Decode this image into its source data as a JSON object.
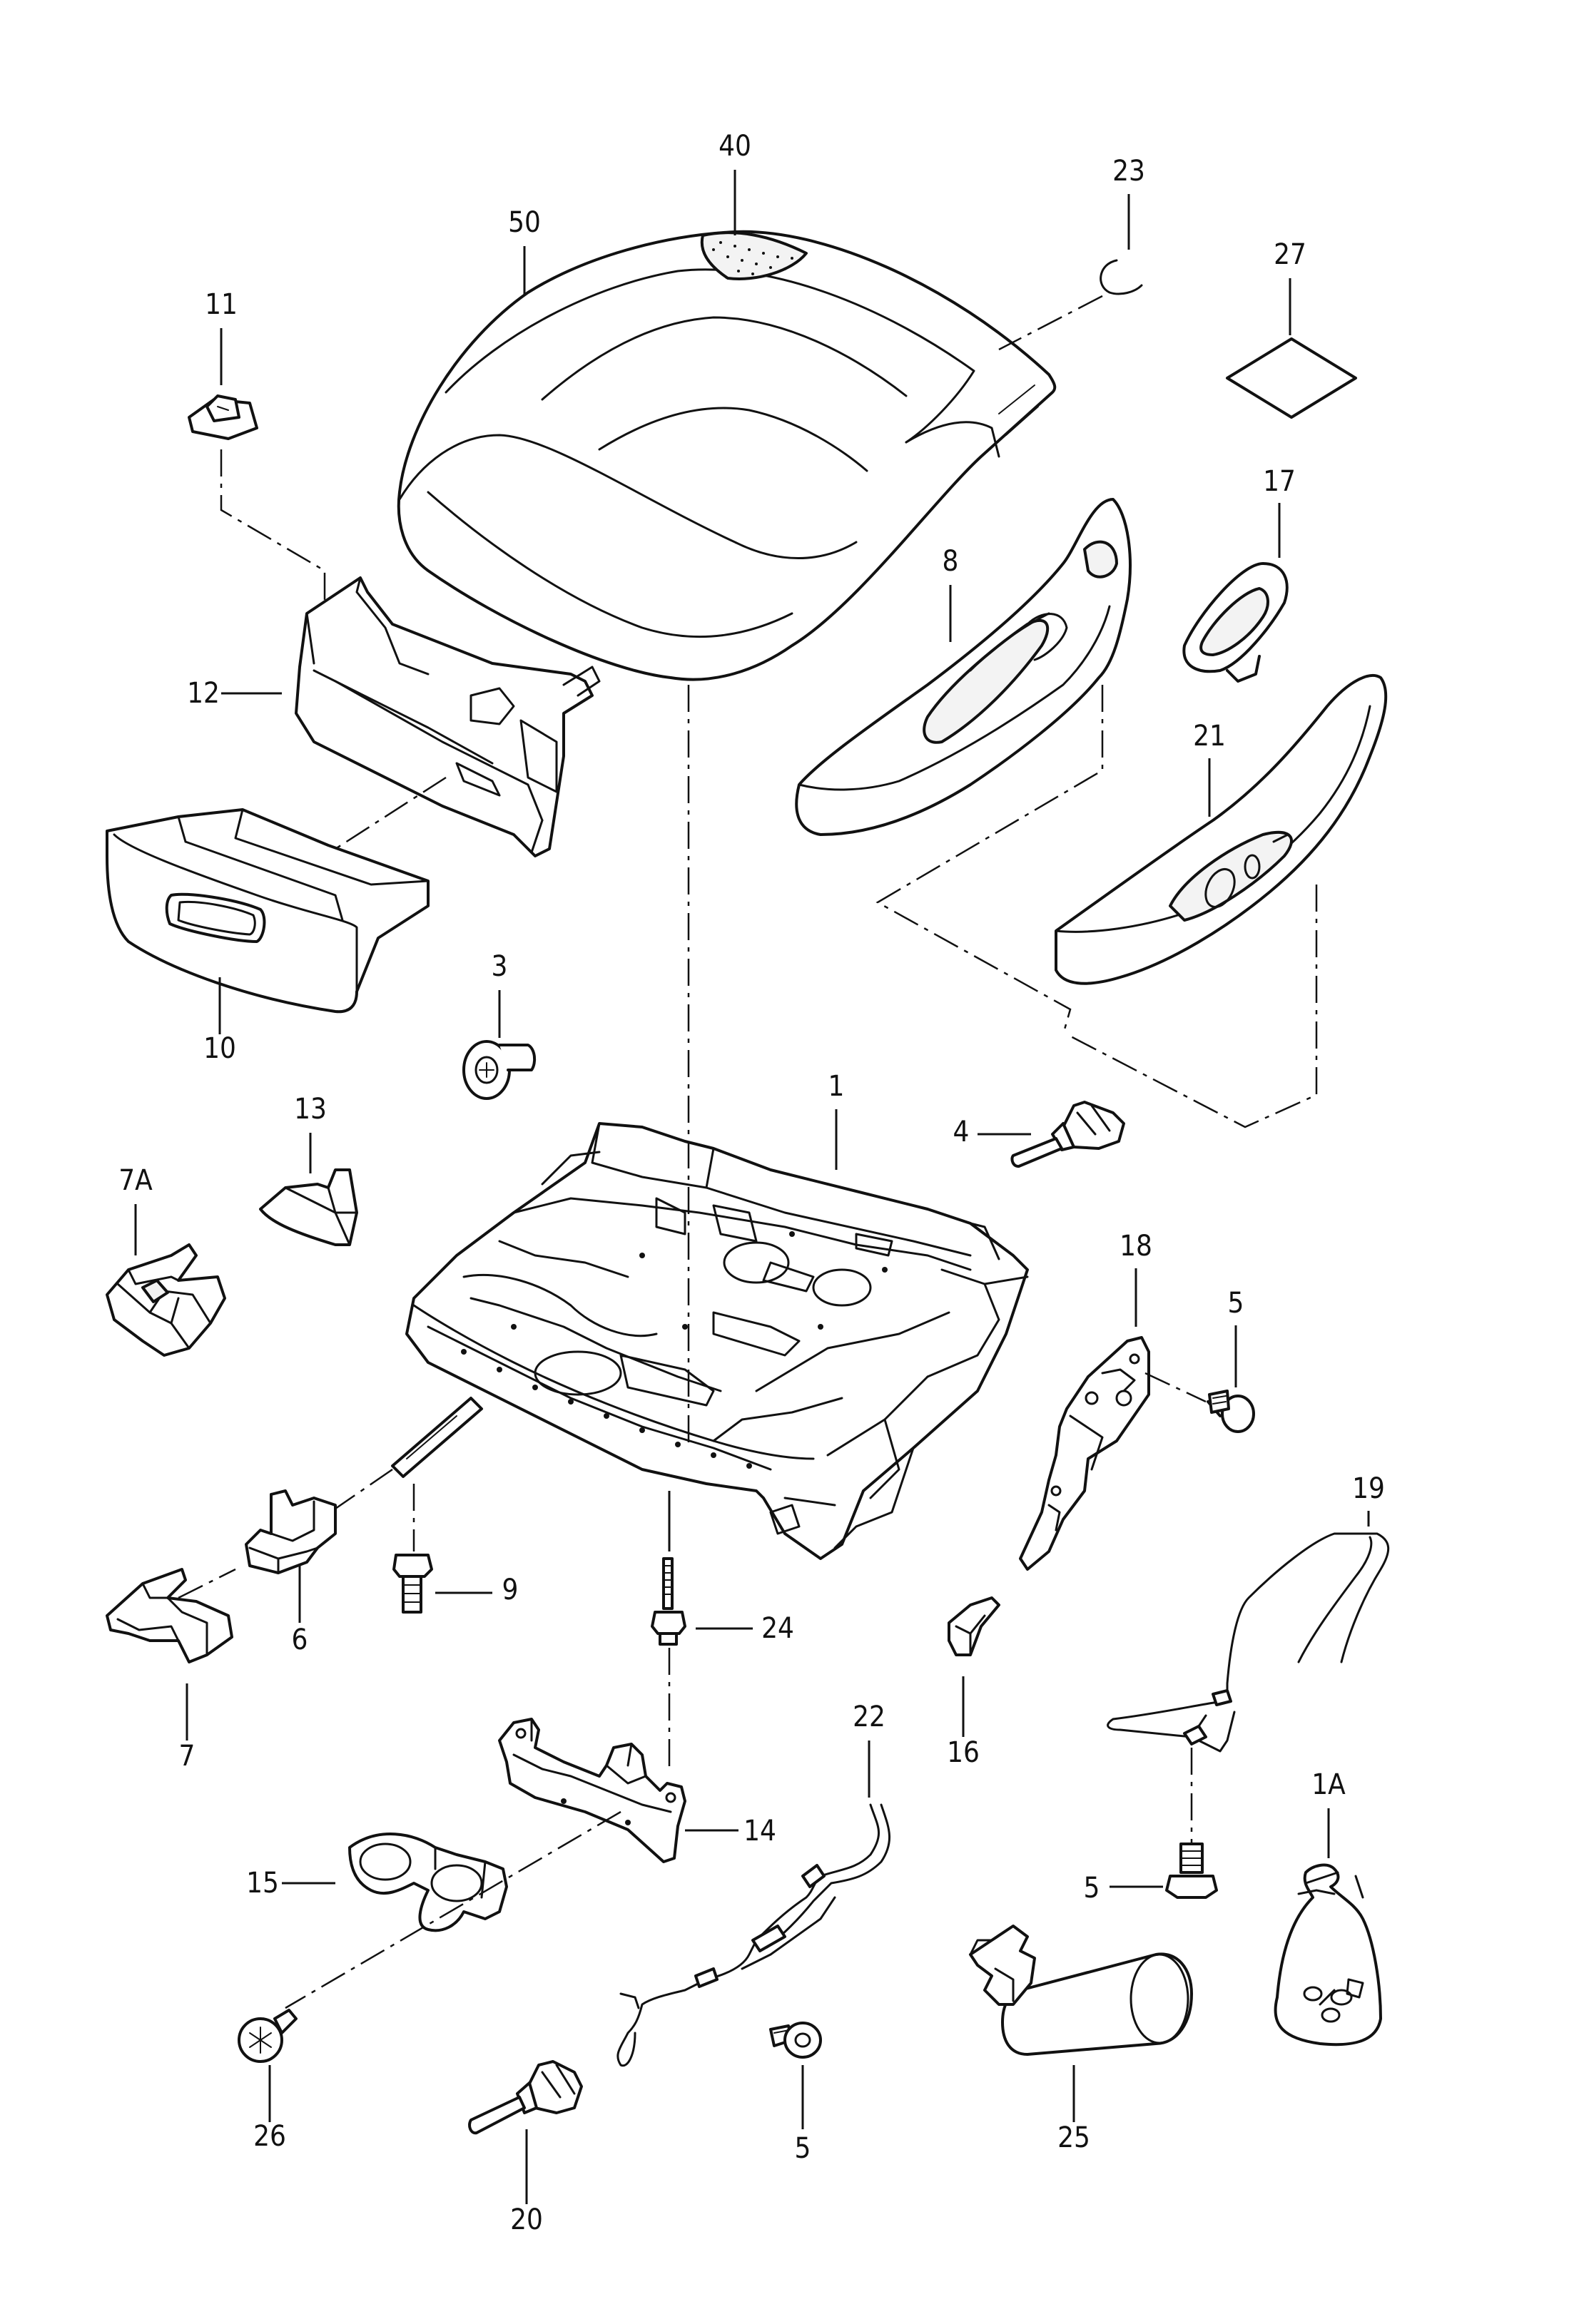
{
  "labels": {
    "p50": "50",
    "p40": "40",
    "p23": "23",
    "p27": "27",
    "p11": "11",
    "p12": "12",
    "p10": "10",
    "p8": "8",
    "p17": "17",
    "p21": "21",
    "p3": "3",
    "p1": "1",
    "p4": "4",
    "p13": "13",
    "p7A": "7A",
    "p18": "18",
    "p5a": "5",
    "p19": "19",
    "p9": "9",
    "p6": "6",
    "p7": "7",
    "p24": "24",
    "p16": "16",
    "p22": "22",
    "p14": "14",
    "p15": "15",
    "p1A": "1A",
    "p5b": "5",
    "p26": "26",
    "p5c": "5",
    "p25": "25",
    "p20": "20"
  }
}
